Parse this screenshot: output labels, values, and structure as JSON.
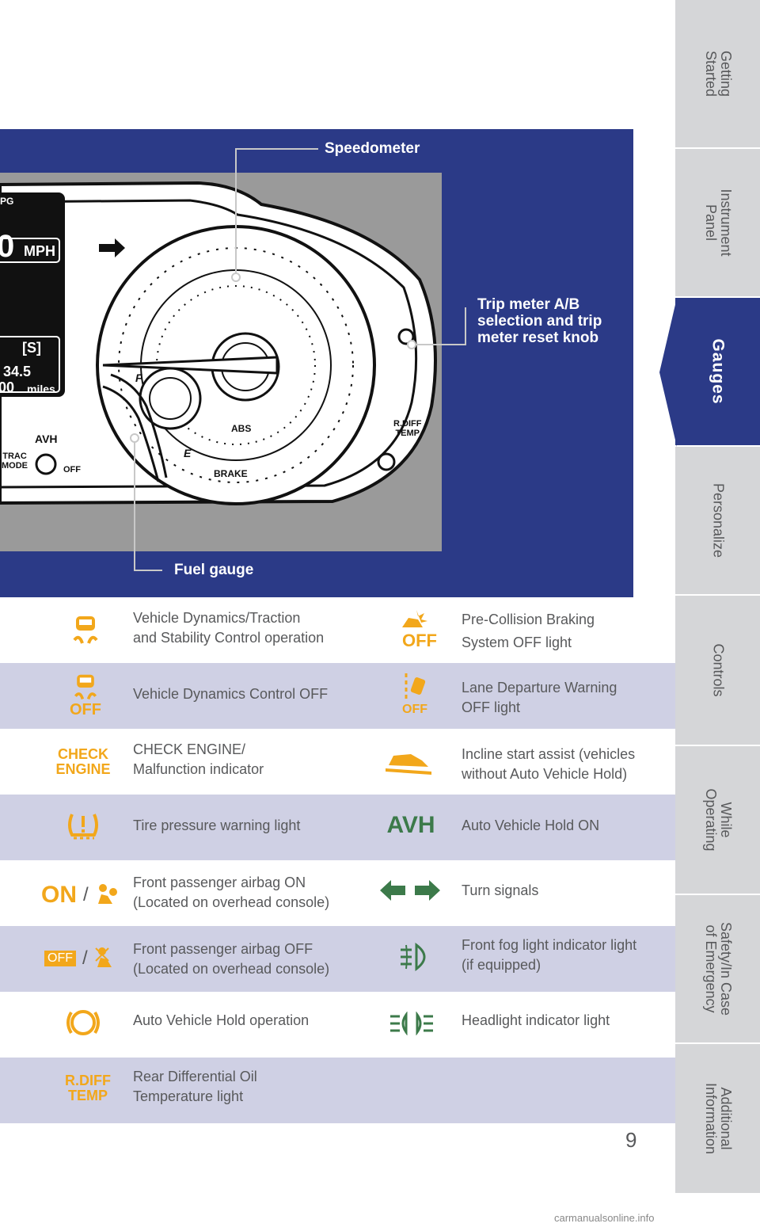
{
  "tabs": [
    {
      "label": "Getting\nStarted"
    },
    {
      "label": "Instrument\nPanel"
    },
    {
      "label": "Gauges"
    },
    {
      "label": "Personalize"
    },
    {
      "label": "Controls"
    },
    {
      "label": "While\nOperating"
    },
    {
      "label": "Safety/In Case\nof Emergency"
    },
    {
      "label": "Additional\nInformation"
    }
  ],
  "hero": {
    "callout_speedometer": "Speedometer",
    "callout_trip": "Trip meter A/B\nselection and trip\nmeter reset knob",
    "callout_fuel": "Fuel gauge",
    "cluster": {
      "mpg": "PG",
      "speed": "0",
      "speed_unit": "MPH",
      "gear": "[S]",
      "trip": "34.5",
      "odo": "00",
      "odo_unit": "miles",
      "avh": "AVH",
      "trac": "TRAC\nMODE",
      "off": "OFF",
      "f": "F",
      "e": "E",
      "abs": "ABS",
      "brake": "BRAKE",
      "rdiff": "R.DIFF\nTEMP"
    }
  },
  "table": {
    "left": [
      {
        "icon": "vehicle-dynamics-icon",
        "text": "Vehicle Dynamics/Traction\nand Stability Control operation"
      },
      {
        "icon": "vehicle-dynamics-off-icon",
        "icon_text": "OFF",
        "text": "Vehicle Dynamics Control OFF"
      },
      {
        "icon": "check-engine-icon",
        "icon_text": "CHECK\nENGINE",
        "text": "CHECK ENGINE/\nMalfunction indicator"
      },
      {
        "icon": "tire-pressure-icon",
        "text": "Tire pressure warning light"
      },
      {
        "icon": "airbag-on-icon",
        "icon_text": "ON",
        "slash": "/",
        "text": "Front passenger airbag ON\n(Located on overhead console)"
      },
      {
        "icon": "airbag-off-icon",
        "icon_text": "OFF",
        "slash": "/",
        "text": "Front passenger airbag OFF\n(Located on overhead console)"
      },
      {
        "icon": "auto-vehicle-hold-icon",
        "text": "Auto Vehicle Hold operation"
      },
      {
        "icon": "rear-diff-temp-icon",
        "icon_text": "R.DIFF\nTEMP",
        "text": "Rear Differential Oil\nTemperature light"
      }
    ],
    "right": [
      {
        "icon": "pre-collision-off-icon",
        "icon_text": "OFF",
        "text": "Pre-Collision Braking\nSystem OFF light"
      },
      {
        "icon": "lane-departure-off-icon",
        "icon_text": "OFF",
        "text": "Lane Departure Warning\nOFF light"
      },
      {
        "icon": "incline-start-icon",
        "text": "Incline start assist (vehicles\nwithout Auto Vehicle Hold)"
      },
      {
        "icon": "avh-icon",
        "icon_text": "AVH",
        "text": "Auto Vehicle Hold ON"
      },
      {
        "icon": "turn-signals-icon",
        "text": "Turn signals"
      },
      {
        "icon": "front-fog-icon",
        "text": "Front fog light indicator light\n(if equipped)"
      },
      {
        "icon": "headlight-icon",
        "text": "Headlight indicator light"
      }
    ]
  },
  "page_number": "9",
  "footer": "carmanualsonline.info",
  "colors": {
    "navy": "#2b3a87",
    "amber": "#f2a71b",
    "green": "#3c7a4a",
    "shade": "#cfd0e4",
    "tab_gray": "#d5d6d8"
  }
}
